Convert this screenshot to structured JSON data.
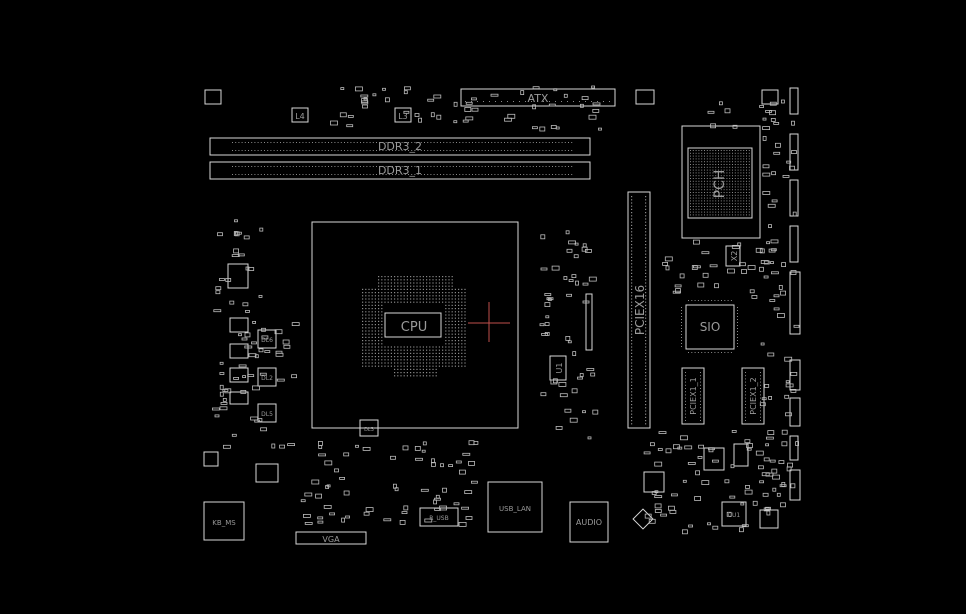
{
  "colors": {
    "background": "#000000",
    "outline": "#d8d8d8",
    "label": "#9a9a9a",
    "cursor": "#c0504d"
  },
  "labels": {
    "atx": "ATX",
    "ddr3_2": "DDR3_2",
    "ddr3_1": "DDR3_1",
    "cpu": "CPU",
    "pciex16": "PCIEX16",
    "pciex1_1": "PCIEX1_1",
    "pciex1_2": "PCIEX1_2",
    "sio": "SIO",
    "pch": "PCH",
    "kb_ms": "KB_MS",
    "vga": "VGA",
    "usb_lan": "USB_LAN",
    "audio": "AUDIO",
    "r_usb": "R_USB",
    "l4": "L4",
    "l3": "L3",
    "l2": "L2",
    "dl6": "DL6",
    "dl2": "DL2",
    "dl5": "DL5",
    "dl3": "DL3",
    "u1": "U1",
    "cu1": "CU1",
    "x2": "X2"
  }
}
